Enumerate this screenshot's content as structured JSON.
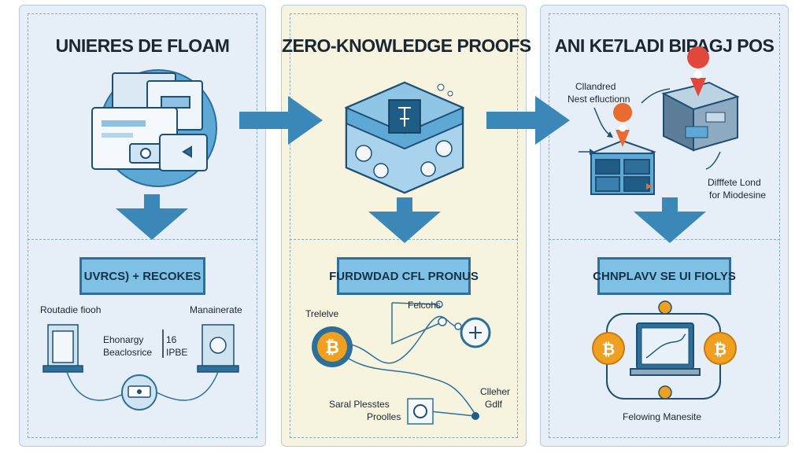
{
  "panels": [
    {
      "title": "UNIERES DE FLOAM",
      "banner": "UVRCS) + RECOKES",
      "labels": {
        "top_left": "Routadie fiooh",
        "top_right": "Manainerate",
        "middle_a": "Ehonargy",
        "middle_b": "Beaclosrice",
        "middle_c": "16",
        "middle_d": "IPBE"
      }
    },
    {
      "title": "ZERO-KNOWLEDGE PROOFS",
      "banner": "FURDWDAD CFL PRONUS",
      "labels": {
        "node_left": "Trelelve",
        "node_top": "Felcohs",
        "bottom_a": "Saral Plesstes",
        "bottom_b": "Proolles",
        "bottom_right_a": "Clleher",
        "bottom_right_b": "Gdlf"
      }
    },
    {
      "title": "ANI KE7LADI BIPAGJ POS",
      "banner": "CHNPLAVV SE UI FIOLYS",
      "labels": {
        "top_a": "Cllandred",
        "top_b": "Nest efluctionn",
        "right_a": "Difffete Lond",
        "right_b": "for Miodesine",
        "bottom": "Felowing Manesite"
      }
    }
  ],
  "icons": {
    "coin_symbol": "₿",
    "key_icon": "key-icon",
    "document_icon": "document-icon",
    "location_pin_icon": "location-pin-icon"
  },
  "colors": {
    "arrow_blue": "#3b88b8",
    "banner_fill": "#7fc1e4",
    "banner_border": "#2f6f99",
    "bitcoin_orange": "#f0a020",
    "pin_red": "#e2473b",
    "panel_blue": "#e6eff7",
    "panel_cream": "#f6f3df"
  }
}
